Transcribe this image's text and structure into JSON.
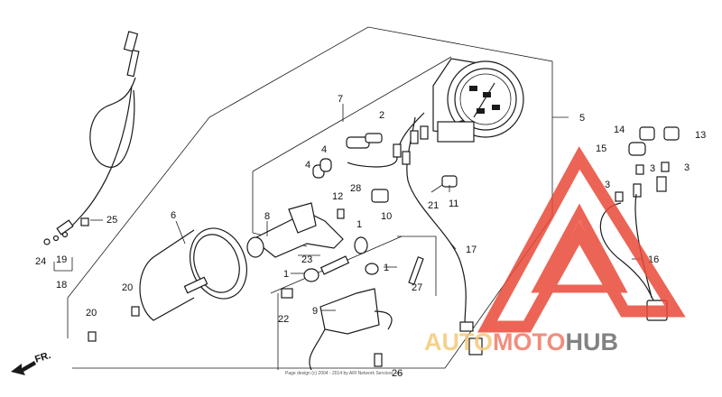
{
  "diagram": {
    "callouts": [
      "1",
      "1",
      "1",
      "2",
      "3",
      "3",
      "3",
      "4",
      "4",
      "5",
      "6",
      "7",
      "8",
      "9",
      "10",
      "11",
      "12",
      "13",
      "14",
      "15",
      "16",
      "17",
      "18",
      "19",
      "20",
      "20",
      "21",
      "22",
      "23",
      "24",
      "25",
      "26",
      "27",
      "28"
    ],
    "front_marker": "FR.",
    "copyright": "Page design (c) 2004 - 2014 by ARI Network Services, Inc."
  },
  "watermark": {
    "part1": "AUTO",
    "part2": "MOTO",
    "part3": "HUB",
    "colors": {
      "auto": "#f5c87a",
      "moto": "#f07a66",
      "hub": "#6d6d6d",
      "triangle": "#e94a38"
    }
  }
}
